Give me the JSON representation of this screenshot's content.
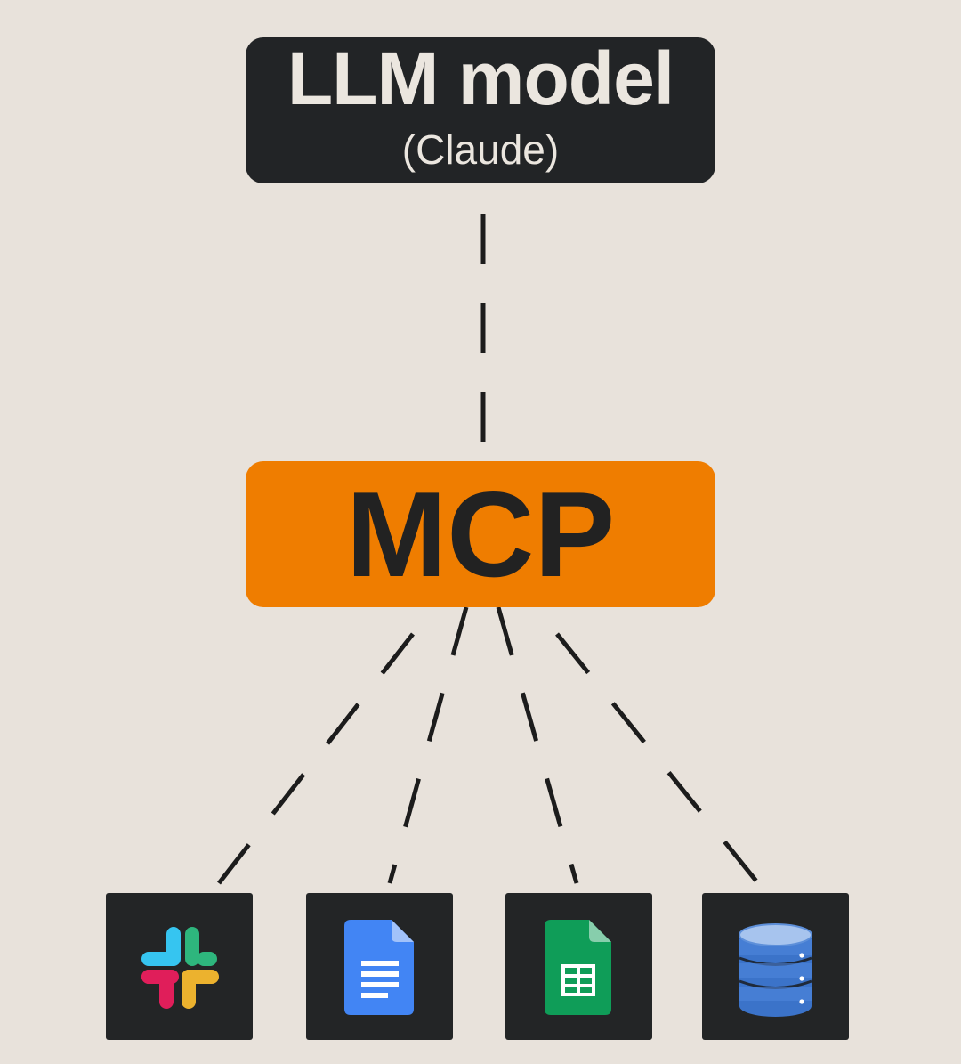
{
  "llm": {
    "title": "LLM model",
    "subtitle": "(Claude)"
  },
  "hub": {
    "label": "MCP"
  },
  "tools": [
    {
      "icon": "slack-icon"
    },
    {
      "icon": "google-docs-icon"
    },
    {
      "icon": "google-sheets-icon"
    },
    {
      "icon": "database-icon"
    }
  ],
  "colors": {
    "background": "#e8e2db",
    "llm_box": "#222426",
    "llm_text": "#ebe6df",
    "mcp_box": "#ef7d00",
    "mcp_text": "#222222",
    "tile": "#232526",
    "connector": "#1c1c1c"
  }
}
